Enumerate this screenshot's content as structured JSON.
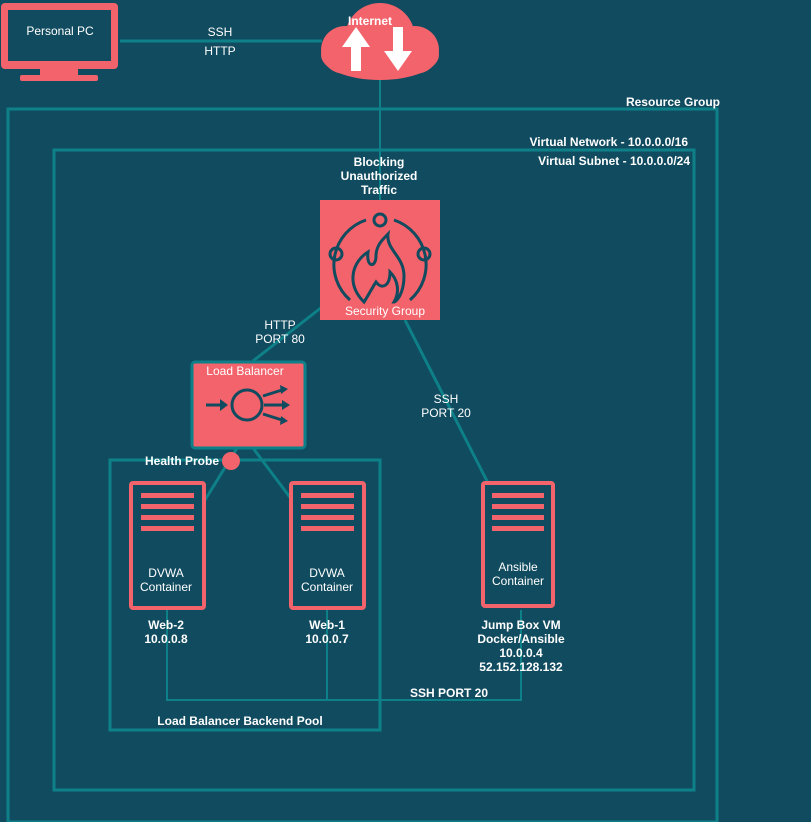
{
  "colors": {
    "background": "#114B5F",
    "border": "#0E8088",
    "accent": "#F2636B",
    "accent_dark": "#B23A44",
    "text": "#FFFFFF"
  },
  "nodes": {
    "personal_pc": {
      "label": "Personal PC",
      "icon": "monitor-icon"
    },
    "internet": {
      "label": "Internet",
      "icon": "cloud-upload-download-icon"
    },
    "security_group": {
      "label": "Security Group",
      "icon": "firewall-icon"
    },
    "load_balancer": {
      "label": "Load Balancer",
      "icon": "load-balancer-icon"
    },
    "health_probe": {
      "label": "Health Probe"
    },
    "web2": {
      "container_line1": "DVWA",
      "container_line2": "Container",
      "name": "Web-2",
      "ip": "10.0.0.8",
      "icon": "server-icon"
    },
    "web1": {
      "container_line1": "DVWA",
      "container_line2": "Container",
      "name": "Web-1",
      "ip": "10.0.0.7",
      "icon": "server-icon"
    },
    "jumpbox": {
      "container_line1": "Ansible",
      "container_line2": "Container",
      "name": "Jump Box VM",
      "role": "Docker/Ansible",
      "ip": "10.0.0.4",
      "public_ip": "52.152.128.132",
      "icon": "server-icon"
    }
  },
  "groups": {
    "resource_group": "Resource Group",
    "virtual_network": "Virtual Network - 10.0.0.0/16",
    "virtual_subnet": "Virtual Subnet - 10.0.0.0/24",
    "backend_pool": "Load Balancer Backend Pool"
  },
  "edge_labels": {
    "pc_internet_line1": "SSH",
    "pc_internet_line2": "HTTP",
    "blocking_line1": "Blocking",
    "blocking_line2": "Unauthorized",
    "blocking_line3": "Traffic",
    "http_line1": "HTTP",
    "http_line2": "PORT 80",
    "ssh_line1": "SSH",
    "ssh_line2": "PORT 20",
    "ssh_bottom": "SSH PORT 20"
  }
}
